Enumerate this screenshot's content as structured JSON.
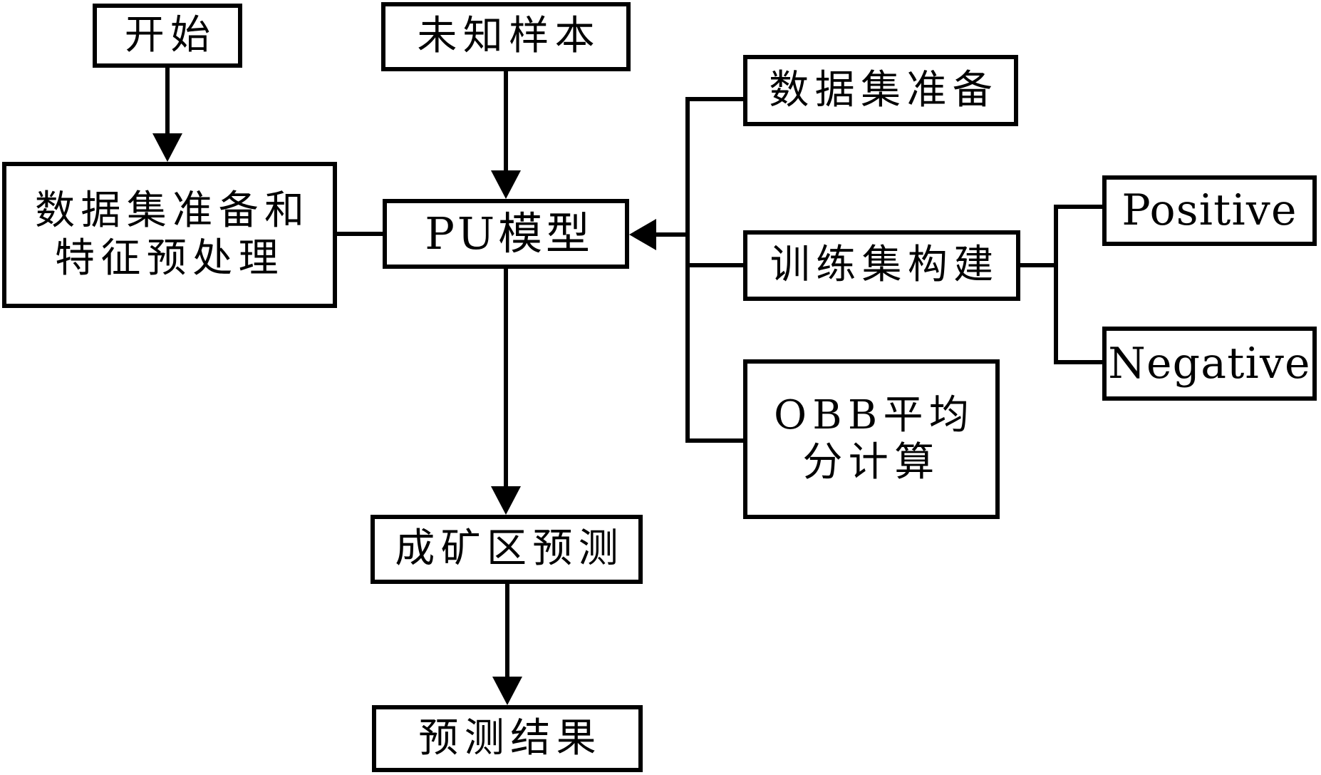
{
  "title": "PU model mineral prospectivity mapping flowchart",
  "colors": {
    "background": "#ffffff",
    "line": "#000000",
    "box_border": "#000000",
    "text": "#000000"
  },
  "nodes": {
    "start": {
      "label": "开始"
    },
    "unknown_sample": {
      "label": "未知样本"
    },
    "dataset_prep_feature": {
      "label": "数据集准备和\n特征预处理"
    },
    "pu_model": {
      "label": "PU模型"
    },
    "dataset_prep": {
      "label": "数据集准备"
    },
    "training_set_build": {
      "label": "训练集构建"
    },
    "obb_avg_score": {
      "label": "OBB平均\n分计算"
    },
    "positive": {
      "label": "Positive"
    },
    "negative": {
      "label": "Negative"
    },
    "ore_area_prediction": {
      "label": "成矿区预测"
    },
    "prediction_result": {
      "label": "预测结果"
    }
  },
  "edges": [
    {
      "from": "start",
      "to": "dataset_prep_feature",
      "arrow": true
    },
    {
      "from": "unknown_sample",
      "to": "pu_model",
      "arrow": true
    },
    {
      "from": "dataset_prep_feature",
      "to": "pu_model",
      "arrow": false
    },
    {
      "from": "dataset_prep",
      "to": "pu_model",
      "arrow": true
    },
    {
      "from": "training_set_build",
      "to": "pu_model",
      "arrow": true
    },
    {
      "from": "obb_avg_score",
      "to": "pu_model",
      "arrow": true
    },
    {
      "from": "training_set_build",
      "to": "positive",
      "arrow": false
    },
    {
      "from": "training_set_build",
      "to": "negative",
      "arrow": false
    },
    {
      "from": "pu_model",
      "to": "ore_area_prediction",
      "arrow": true
    },
    {
      "from": "ore_area_prediction",
      "to": "prediction_result",
      "arrow": true
    }
  ]
}
